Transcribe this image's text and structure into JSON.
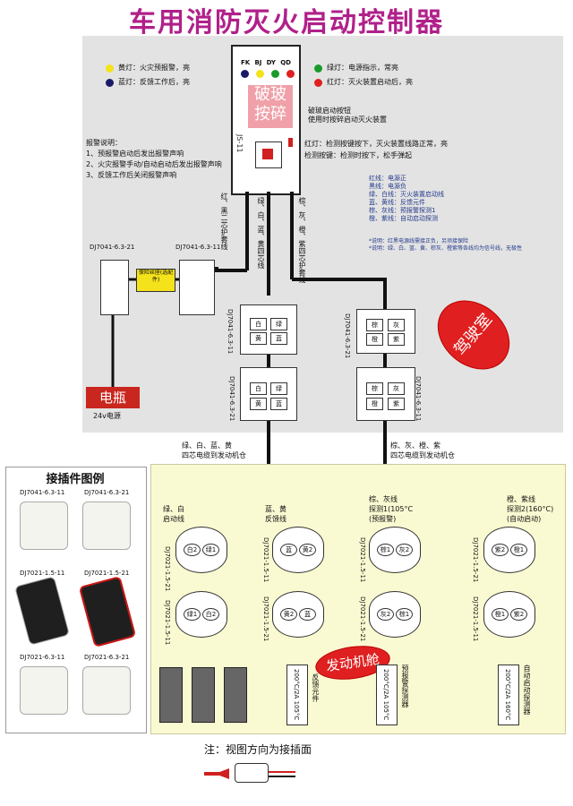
{
  "title": "车用消防灭火启动控制器",
  "cab": {
    "yellow_light": "黄灯：火灾预报警，亮",
    "blue_light": "蓝灯：反馈工作后，亮",
    "green_light": "绿灯：电源指示，常亮",
    "red_light": "红灯：灭火装置启动后，亮",
    "panel_labels": [
      "FK",
      "BJ",
      "DY",
      "QD"
    ],
    "break_button": "破玻\n按碎",
    "break_note": [
      "破玻启动按钮",
      "使用时按碎启动灭火装置"
    ],
    "model": "JS-11",
    "red_light_note": "红灯：检测按键按下，灭火装置线路正常，亮",
    "test_button_note": "检测按键：检测时按下，松手弹起",
    "notes_title": "报警说明：",
    "notes": [
      "1、预报警启动后发出报警声响",
      "2、火灾报警手动/自动启动后发出报警声响",
      "3、反馈工作后关闭报警声响"
    ],
    "wire_legend": [
      "红线：电源正",
      "黑线：电源负",
      "绿、白线：灭火装置启动线",
      "蓝、黄线：反馈元件",
      "棕、灰线：预报警探测1",
      "橙、紫线：自动启动探测"
    ],
    "wire_notes": [
      "*说明：红黑电源线需接正负，另须接保险",
      "*说明：绿、白、蓝、黄、棕灰、橙紫等各线均为信号线，无极性"
    ],
    "wire_left": "红、黑二芯护套线",
    "wire_mid": "绿、白、蓝、黄四芯线",
    "wire_right": "棕、灰、橙、紫四芯护套线",
    "fuse": "保险丝座(选配件)",
    "conn_labels": [
      "DJ7041-6.3-21",
      "DJ7041-6.3-11",
      "DJ7041-6.3-11",
      "DJ7041-6.3-21",
      "DJ7041-6.3-21",
      "DJ7041-6.3-11"
    ],
    "battery": "电瓶",
    "battery_voltage": "24v电源",
    "cab_label": "驾驶室",
    "left_cells": [
      "白",
      "绿",
      "黄",
      "蓝"
    ],
    "right_cells": [
      "棕",
      "灰",
      "橙",
      "紫"
    ]
  },
  "harness_left": [
    "绿、白、蓝、黄",
    "四芯电缆到发动机仓"
  ],
  "harness_right": [
    "棕、灰、橙、紫",
    "四芯电缆到发动机仓"
  ],
  "engine": {
    "label": "发动机舱",
    "groups": [
      {
        "title": [
          "绿、白",
          "启动线"
        ],
        "top_cells": [
          "白2",
          "绿1"
        ],
        "bottom_cells": [
          "绿1",
          "白2"
        ],
        "conn_top": "DJ7021-1.5-21",
        "conn_bottom": "DJ7021-1.5-11"
      },
      {
        "title": [
          "蓝、黄",
          "反馈线"
        ],
        "top_cells": [
          "蓝",
          "黄2"
        ],
        "bottom_cells": [
          "黄2",
          "蓝"
        ],
        "conn_top": "DJ7021-1.5-11",
        "conn_bottom": "DJ7021-1.5-21",
        "sensor": "反馈元件",
        "sensor_spec": "200°C/2A 105°C"
      },
      {
        "title": [
          "棕、灰线",
          "探测1(105°C",
          "(预报警)"
        ],
        "top_cells": [
          "棕1",
          "灰2"
        ],
        "bottom_cells": [
          "灰2",
          "棕1"
        ],
        "conn_top": "DJ7021-1.5-11",
        "conn_bottom": "DJ7021-1.5-21",
        "sensor": "预报警探测器",
        "sensor_spec": "200°C/2A 105°C"
      },
      {
        "title": [
          "橙、紫线",
          "探测2(160°C)",
          "(自动启动)"
        ],
        "top_cells": [
          "紫2",
          "橙1"
        ],
        "bottom_cells": [
          "橙1",
          "紫2"
        ],
        "conn_top": "DJ7021-1.5-21",
        "conn_bottom": "DJ7021-1.5-11",
        "sensor": "自动启动探测器",
        "sensor_spec": "200°C/2A 160°C"
      }
    ]
  },
  "legend_panel": {
    "title": "接插件图例",
    "items": [
      "DJ7041-6.3-11",
      "DJ7041-6.3-21",
      "DJ7021-1.5-11",
      "DJ7021-1.5-21",
      "DJ7021-6.3-11",
      "DJ7021-6.3-21"
    ]
  },
  "footnote": "注：视图方向为接插面",
  "colors": {
    "title": "#b0208a",
    "battery": "#c8261e",
    "oval": "#e02020",
    "cab_bg": "#e3e3e3",
    "engine_bg": "#fafad2"
  }
}
